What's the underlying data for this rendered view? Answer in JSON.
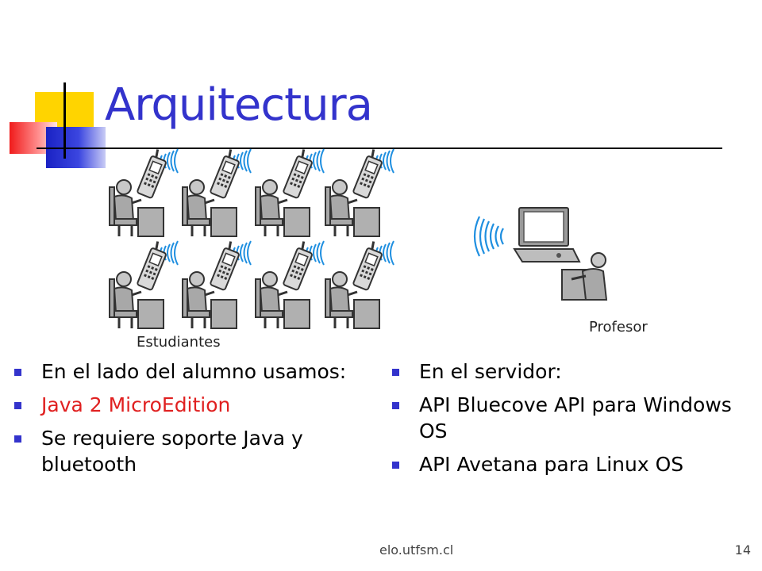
{
  "slide": {
    "title": "Arquitectura",
    "captions": {
      "students": "Estudiantes",
      "teacher": "Profesor"
    },
    "left_list": [
      {
        "text": "En el lado del alumno usamos:",
        "color": "#000000"
      },
      {
        "text": "Java 2 MicroEdition",
        "color": "#e02020"
      },
      {
        "text": "Se requiere soporte Java y bluetooth",
        "color": "#000000"
      }
    ],
    "right_list": [
      {
        "text": "En el servidor:"
      },
      {
        "text": "API Bluecove API para Windows OS"
      },
      {
        "text": "API Avetana para Linux OS"
      }
    ],
    "footer": {
      "center": "elo.utfsm.cl",
      "page": "14"
    },
    "colors": {
      "title": "#3333cc",
      "bullet": "#3333cc",
      "accent_yellow": "#ffd400",
      "accent_red": "#f01b1b",
      "accent_blue": "#1a22c4",
      "signal": "#1f8fe0"
    }
  }
}
